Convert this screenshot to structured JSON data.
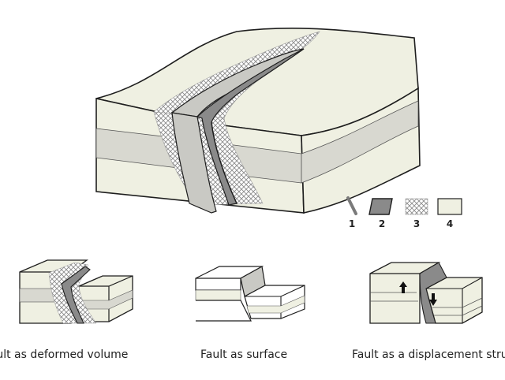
{
  "colors": {
    "block_fill": "#eff0e2",
    "layer_band": "#d8d8d0",
    "fault_core_dark": "#8a8a8a",
    "fault_zone_light": "#c9c9c4",
    "crosshatch": "#888888",
    "outline": "#1e1e1e",
    "arrow_fill": "#111111"
  },
  "legend": {
    "items": [
      {
        "number": "1",
        "icon": "fault-line-icon"
      },
      {
        "number": "2",
        "icon": "fault-core-icon"
      },
      {
        "number": "3",
        "icon": "damage-zone-icon"
      },
      {
        "number": "4",
        "icon": "host-rock-icon"
      }
    ]
  },
  "panels": [
    {
      "caption": "Fault as deformed volume"
    },
    {
      "caption": "Fault as surface"
    },
    {
      "caption": "Fault as a displacement structure"
    }
  ]
}
